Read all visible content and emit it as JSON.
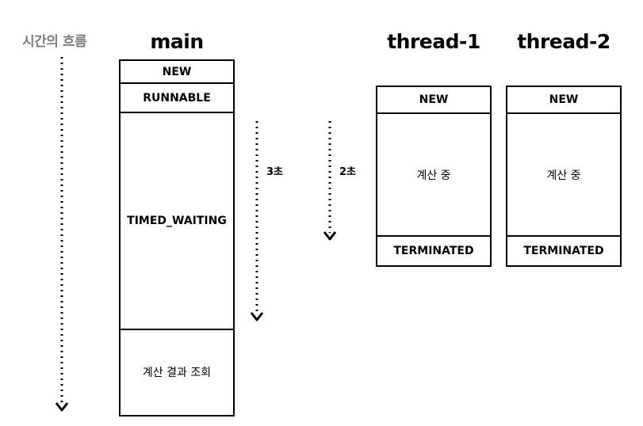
{
  "time_axis": {
    "label": "시간의 흐름"
  },
  "main": {
    "title": "main",
    "states": {
      "new": "NEW",
      "runnable": "RUNNABLE",
      "timed_waiting": "TIMED_WAITING",
      "result": "계산 결과 조회"
    },
    "sleep_label": "3초"
  },
  "thread1": {
    "title": "thread-1",
    "states": {
      "new": "NEW",
      "computing": "계산 중",
      "terminated": "TERMINATED"
    },
    "duration_label": "2초"
  },
  "thread2": {
    "title": "thread-2",
    "states": {
      "new": "NEW",
      "computing": "계산 중",
      "terminated": "TERMINATED"
    }
  }
}
